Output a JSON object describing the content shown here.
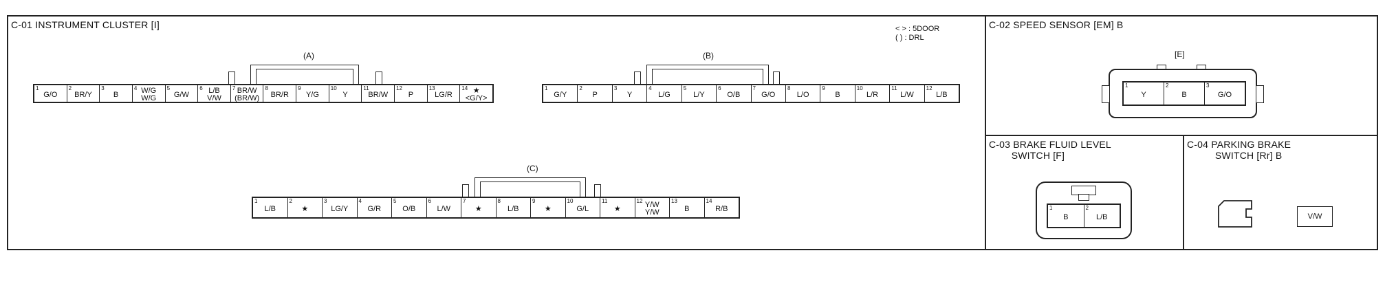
{
  "c01": {
    "title": "C-01 INSTRUMENT CLUSTER [I]",
    "legend": [
      "< > : 5DOOR",
      "( ) : DRL"
    ],
    "connector_a": {
      "label": "(A)",
      "pins": [
        {
          "n": "1",
          "w": "G/O"
        },
        {
          "n": "2",
          "w": "BR/Y"
        },
        {
          "n": "3",
          "w": "B"
        },
        {
          "n": "4",
          "w": "W/G\nW/G"
        },
        {
          "n": "5",
          "w": "G/W"
        },
        {
          "n": "6",
          "w": "L/B\nV/W"
        },
        {
          "n": "7",
          "w": "BR/W\n(BR/W)"
        },
        {
          "n": "8",
          "w": "BR/R"
        },
        {
          "n": "9",
          "w": "Y/G"
        },
        {
          "n": "10",
          "w": "Y"
        },
        {
          "n": "11",
          "w": "BR/W"
        },
        {
          "n": "12",
          "w": "P"
        },
        {
          "n": "13",
          "w": "LG/R"
        },
        {
          "n": "14",
          "w": "★\n<G/Y>"
        }
      ]
    },
    "connector_b": {
      "label": "(B)",
      "pins": [
        {
          "n": "1",
          "w": "G/Y"
        },
        {
          "n": "2",
          "w": "P"
        },
        {
          "n": "3",
          "w": "Y"
        },
        {
          "n": "4",
          "w": "L/G"
        },
        {
          "n": "5",
          "w": "L/Y"
        },
        {
          "n": "6",
          "w": "O/B"
        },
        {
          "n": "7",
          "w": "G/O"
        },
        {
          "n": "8",
          "w": "L/O"
        },
        {
          "n": "9",
          "w": "B"
        },
        {
          "n": "10",
          "w": "L/R"
        },
        {
          "n": "11",
          "w": "L/W"
        },
        {
          "n": "12",
          "w": "L/B"
        }
      ]
    },
    "connector_c": {
      "label": "(C)",
      "pins": [
        {
          "n": "1",
          "w": "L/B"
        },
        {
          "n": "2",
          "w": "★"
        },
        {
          "n": "3",
          "w": "LG/Y"
        },
        {
          "n": "4",
          "w": "G/R"
        },
        {
          "n": "5",
          "w": "O/B"
        },
        {
          "n": "6",
          "w": "L/W"
        },
        {
          "n": "7",
          "w": "★"
        },
        {
          "n": "8",
          "w": "L/B"
        },
        {
          "n": "9",
          "w": "★"
        },
        {
          "n": "10",
          "w": "G/L"
        },
        {
          "n": "11",
          "w": "★"
        },
        {
          "n": "12",
          "w": "Y/W\nY/W"
        },
        {
          "n": "13",
          "w": "B"
        },
        {
          "n": "14",
          "w": "R/B"
        }
      ]
    }
  },
  "c02": {
    "title": "C-02 SPEED SENSOR [EM] B",
    "label": "[E]",
    "pins": [
      {
        "n": "1",
        "w": "Y"
      },
      {
        "n": "2",
        "w": "B"
      },
      {
        "n": "3",
        "w": "G/O"
      }
    ]
  },
  "c03": {
    "title": "C-03 BRAKE FLUID LEVEL\n        SWITCH [F]",
    "pins": [
      {
        "n": "1",
        "w": "B"
      },
      {
        "n": "2",
        "w": "L/B"
      }
    ]
  },
  "c04": {
    "title": "C-04 PARKING BRAKE\n          SWITCH [Rr] B",
    "wire": "V/W"
  }
}
